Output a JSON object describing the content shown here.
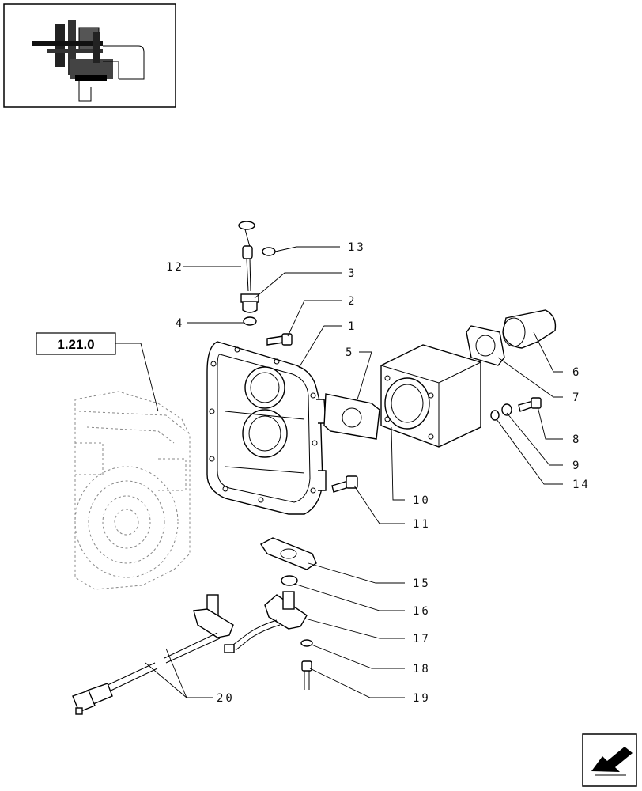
{
  "reference_box": {
    "label": "1.21.0"
  },
  "callouts": [
    {
      "id": "c13",
      "text": "13"
    },
    {
      "id": "c12",
      "text": "12"
    },
    {
      "id": "c3",
      "text": "3"
    },
    {
      "id": "c2",
      "text": "2"
    },
    {
      "id": "c4",
      "text": "4"
    },
    {
      "id": "c1",
      "text": "1"
    },
    {
      "id": "c5",
      "text": "5"
    },
    {
      "id": "c6",
      "text": "6"
    },
    {
      "id": "c7",
      "text": "7"
    },
    {
      "id": "c8",
      "text": "8"
    },
    {
      "id": "c9",
      "text": "9"
    },
    {
      "id": "c14",
      "text": "14"
    },
    {
      "id": "c10",
      "text": "10"
    },
    {
      "id": "c11",
      "text": "11"
    },
    {
      "id": "c15",
      "text": "15"
    },
    {
      "id": "c16",
      "text": "16"
    },
    {
      "id": "c17",
      "text": "17"
    },
    {
      "id": "c18",
      "text": "18"
    },
    {
      "id": "c19",
      "text": "19"
    },
    {
      "id": "c20",
      "text": "20"
    }
  ],
  "icons": {
    "thumbnail": "assembly-thumbnail-icon",
    "navigation": "previous-page-arrow-icon"
  }
}
